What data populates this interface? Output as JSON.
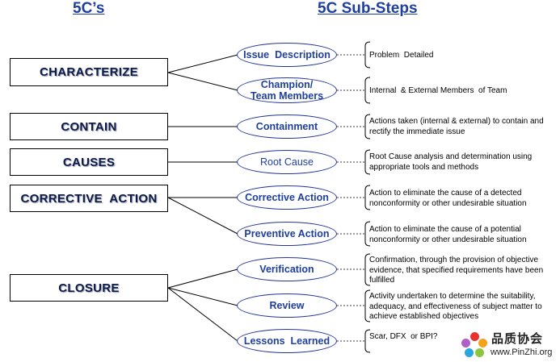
{
  "headers": {
    "left": "5C’s",
    "right": "5C Sub-Steps"
  },
  "phases": [
    {
      "id": "characterize",
      "label": "CHARACTERIZE"
    },
    {
      "id": "contain",
      "label": "CONTAIN"
    },
    {
      "id": "causes",
      "label": "CAUSES"
    },
    {
      "id": "corrective",
      "label": "CORRECTIVE  ACTION"
    },
    {
      "id": "closure",
      "label": "CLOSURE"
    }
  ],
  "substeps": [
    {
      "label": "Issue  Description",
      "description": "Problem  Detailed"
    },
    {
      "label": "Champion/\nTeam Members",
      "description": "Internal  & External Members  of Team"
    },
    {
      "label": "Containment",
      "description": "Actions taken  (internal & external) to contain and rectify the immediate  issue"
    },
    {
      "label": "Root Cause",
      "description": "Root Cause analysis and determination  using appropriate tools and methods"
    },
    {
      "label": "Corrective Action",
      "description": "Action to eliminate  the cause of a detected nonconformity or other undesirable situation"
    },
    {
      "label": "Preventive Action",
      "description": "Action to eliminate  the cause of a potential nonconformity or other undesirable situation"
    },
    {
      "label": "Verification",
      "description": "Confirmation,  through the provision of objective evidence, that specified requirements have been fulfilled"
    },
    {
      "label": "Review",
      "description": "Activity undertaken to determine  the suitability, adequacy, and effectiveness of subject matter to achieve established objectives"
    },
    {
      "label": "Lessons  Learned",
      "description": "Scar, DFX  or BPI?"
    }
  ],
  "logo": {
    "chinese": "品质协会",
    "url": "www.PinZhi.org"
  },
  "colors": {
    "heading": "#1f3f9f",
    "phase_text": "#0d1a4a",
    "ellipse_border": "#23349a"
  }
}
